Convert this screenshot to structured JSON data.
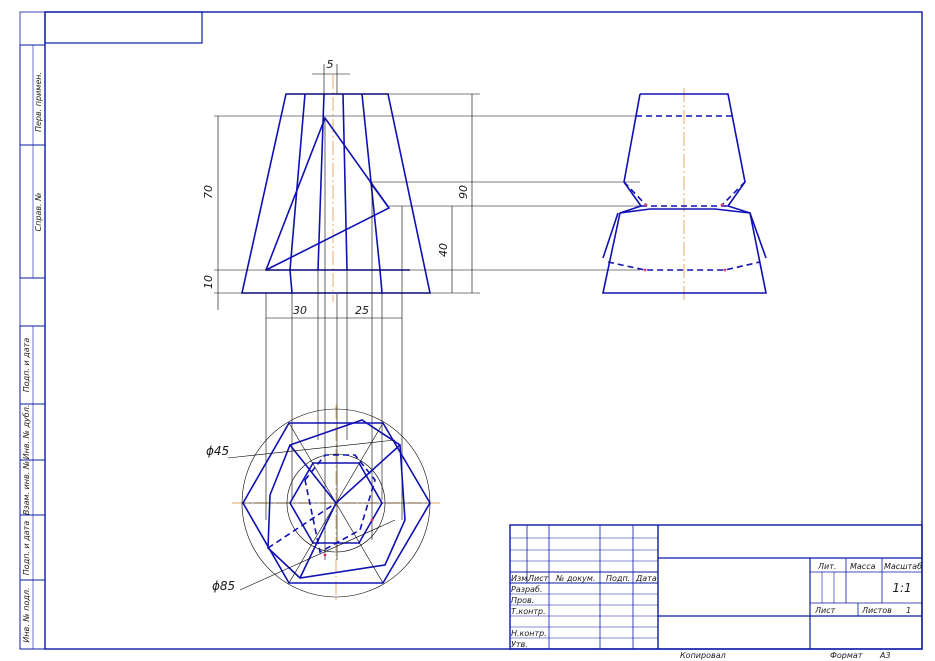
{
  "drawing": {
    "dimensions": {
      "d5": "5",
      "d70": "70",
      "d90": "90",
      "d40": "40",
      "d10": "10",
      "d30": "30",
      "d25": "25",
      "phi45": "ϕ45",
      "phi85": "ϕ85"
    }
  },
  "side_stamps": [
    "Перв. примен.",
    "Справ. №",
    "Подп. и дата",
    "Инв. № дубл.",
    "Взам. инв. №",
    "Подп. и дата",
    "Инв. № подл."
  ],
  "title_block": {
    "headers": {
      "izm": "Изм.",
      "list": "Лист",
      "doc": "№ докум.",
      "sign": "Подп.",
      "date": "Дата"
    },
    "roles": {
      "razrab": "Разраб.",
      "prov": "Пров.",
      "tkontr": "Т.контр.",
      "nkontr": "Н.контр.",
      "utv": "Утв."
    },
    "lit": "Лит.",
    "massa": "Масса",
    "masshtab": "Масштаб",
    "scale_value": "1:1",
    "sheet_label": "Лист",
    "sheets_label": "Листов",
    "sheets_value": "1"
  },
  "footer": {
    "copied": "Копировал",
    "format_label": "Формат",
    "format_value": "А3"
  },
  "colors": {
    "frame": "#0a1aa8",
    "contour": "#1010b4",
    "axis": "#d98a30",
    "points": "#e0306a"
  }
}
